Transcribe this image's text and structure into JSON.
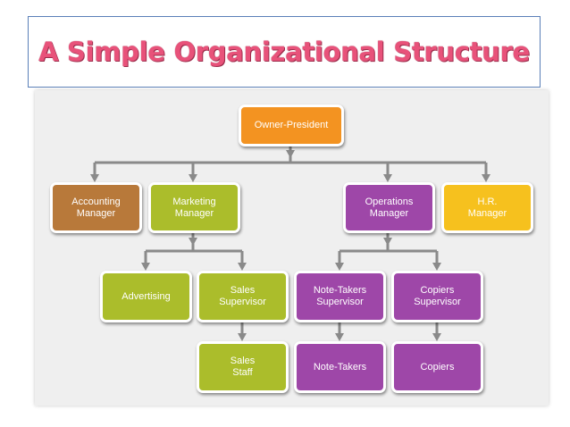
{
  "title": "A Simple Organizational Structure",
  "colors": {
    "owner": "#f39321",
    "accounting": "#b8793a",
    "marketing_branch": "#abbd2b",
    "operations_branch": "#9e47a8",
    "hr": "#f6c11e",
    "connector": "#8a8a8a",
    "title_text": "#e8527a"
  },
  "nodes": {
    "owner_president": "Owner-President",
    "accounting_manager": "Accounting\nManager",
    "marketing_manager": "Marketing\nManager",
    "operations_manager": "Operations\nManager",
    "hr_manager": "H.R.\nManager",
    "advertising": "Advertising",
    "sales_supervisor": "Sales\nSupervisor",
    "note_takers_supervisor": "Note-Takers\nSupervisor",
    "copiers_supervisor": "Copiers\nSupervisor",
    "sales_staff": "Sales\nStaff",
    "note_takers": "Note-Takers",
    "copiers": "Copiers"
  }
}
